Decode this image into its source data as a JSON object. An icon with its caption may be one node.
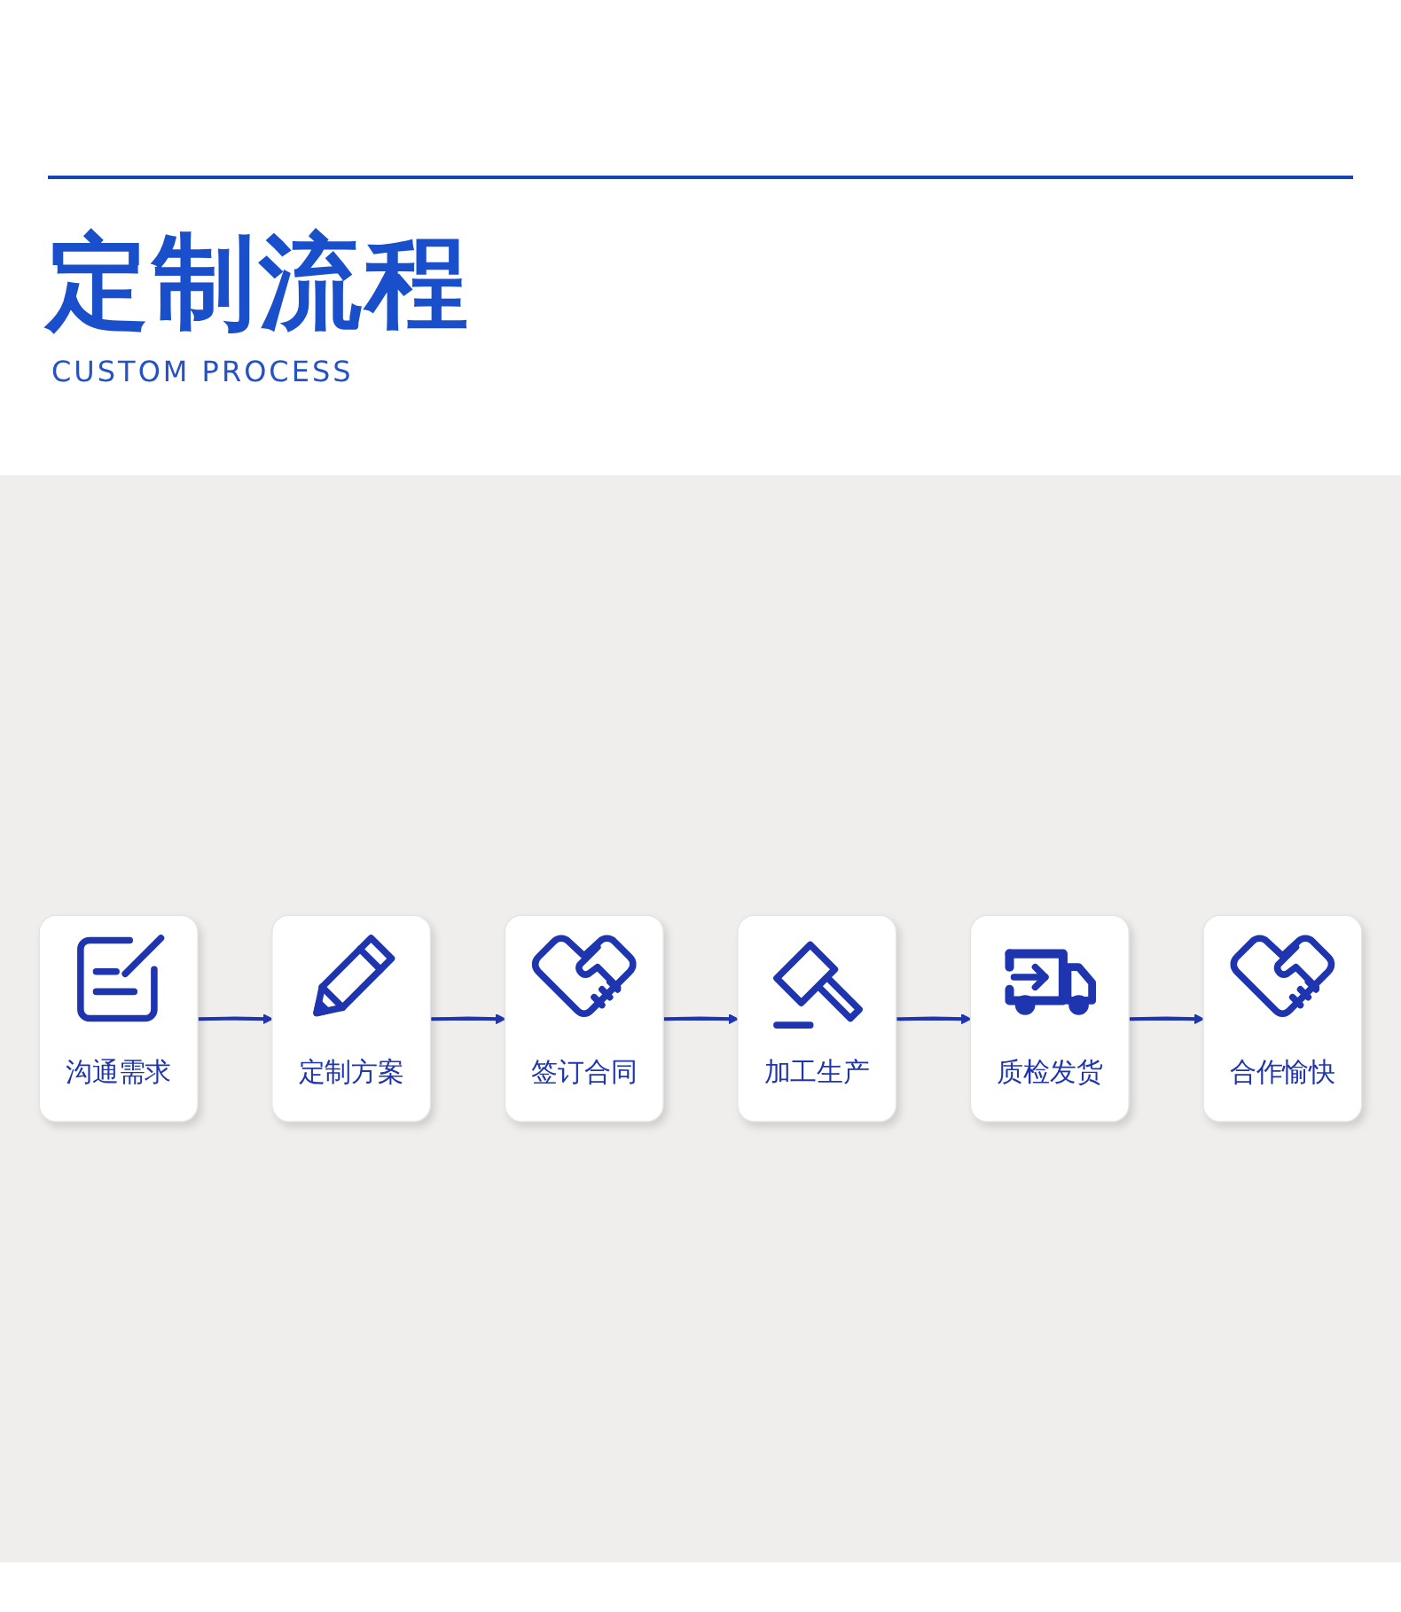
{
  "diagram": {
    "title": "定制流程",
    "nodes": [
      {
        "text": [
          "沟通需求"
        ]
      },
      {
        "text": [
          "定制方案"
        ]
      },
      {
        "text": [
          "签订合同"
        ]
      },
      {
        "text": [
          "加工生产"
        ]
      },
      {
        "text": [
          "质检发货"
        ]
      },
      {
        "text": [
          "合作愉快"
        ]
      }
    ],
    "edges": [
      {
        "from": 0,
        "to": 1,
        "arrow": "to"
      },
      {
        "from": 1,
        "to": 2,
        "arrow": "to"
      },
      {
        "from": 2,
        "to": 3,
        "arrow": "to"
      },
      {
        "from": 3,
        "to": 4,
        "arrow": "to"
      },
      {
        "from": 4,
        "to": 5,
        "arrow": "to"
      }
    ],
    "labels": [
      "CUSTOM PROCESS"
    ]
  }
}
